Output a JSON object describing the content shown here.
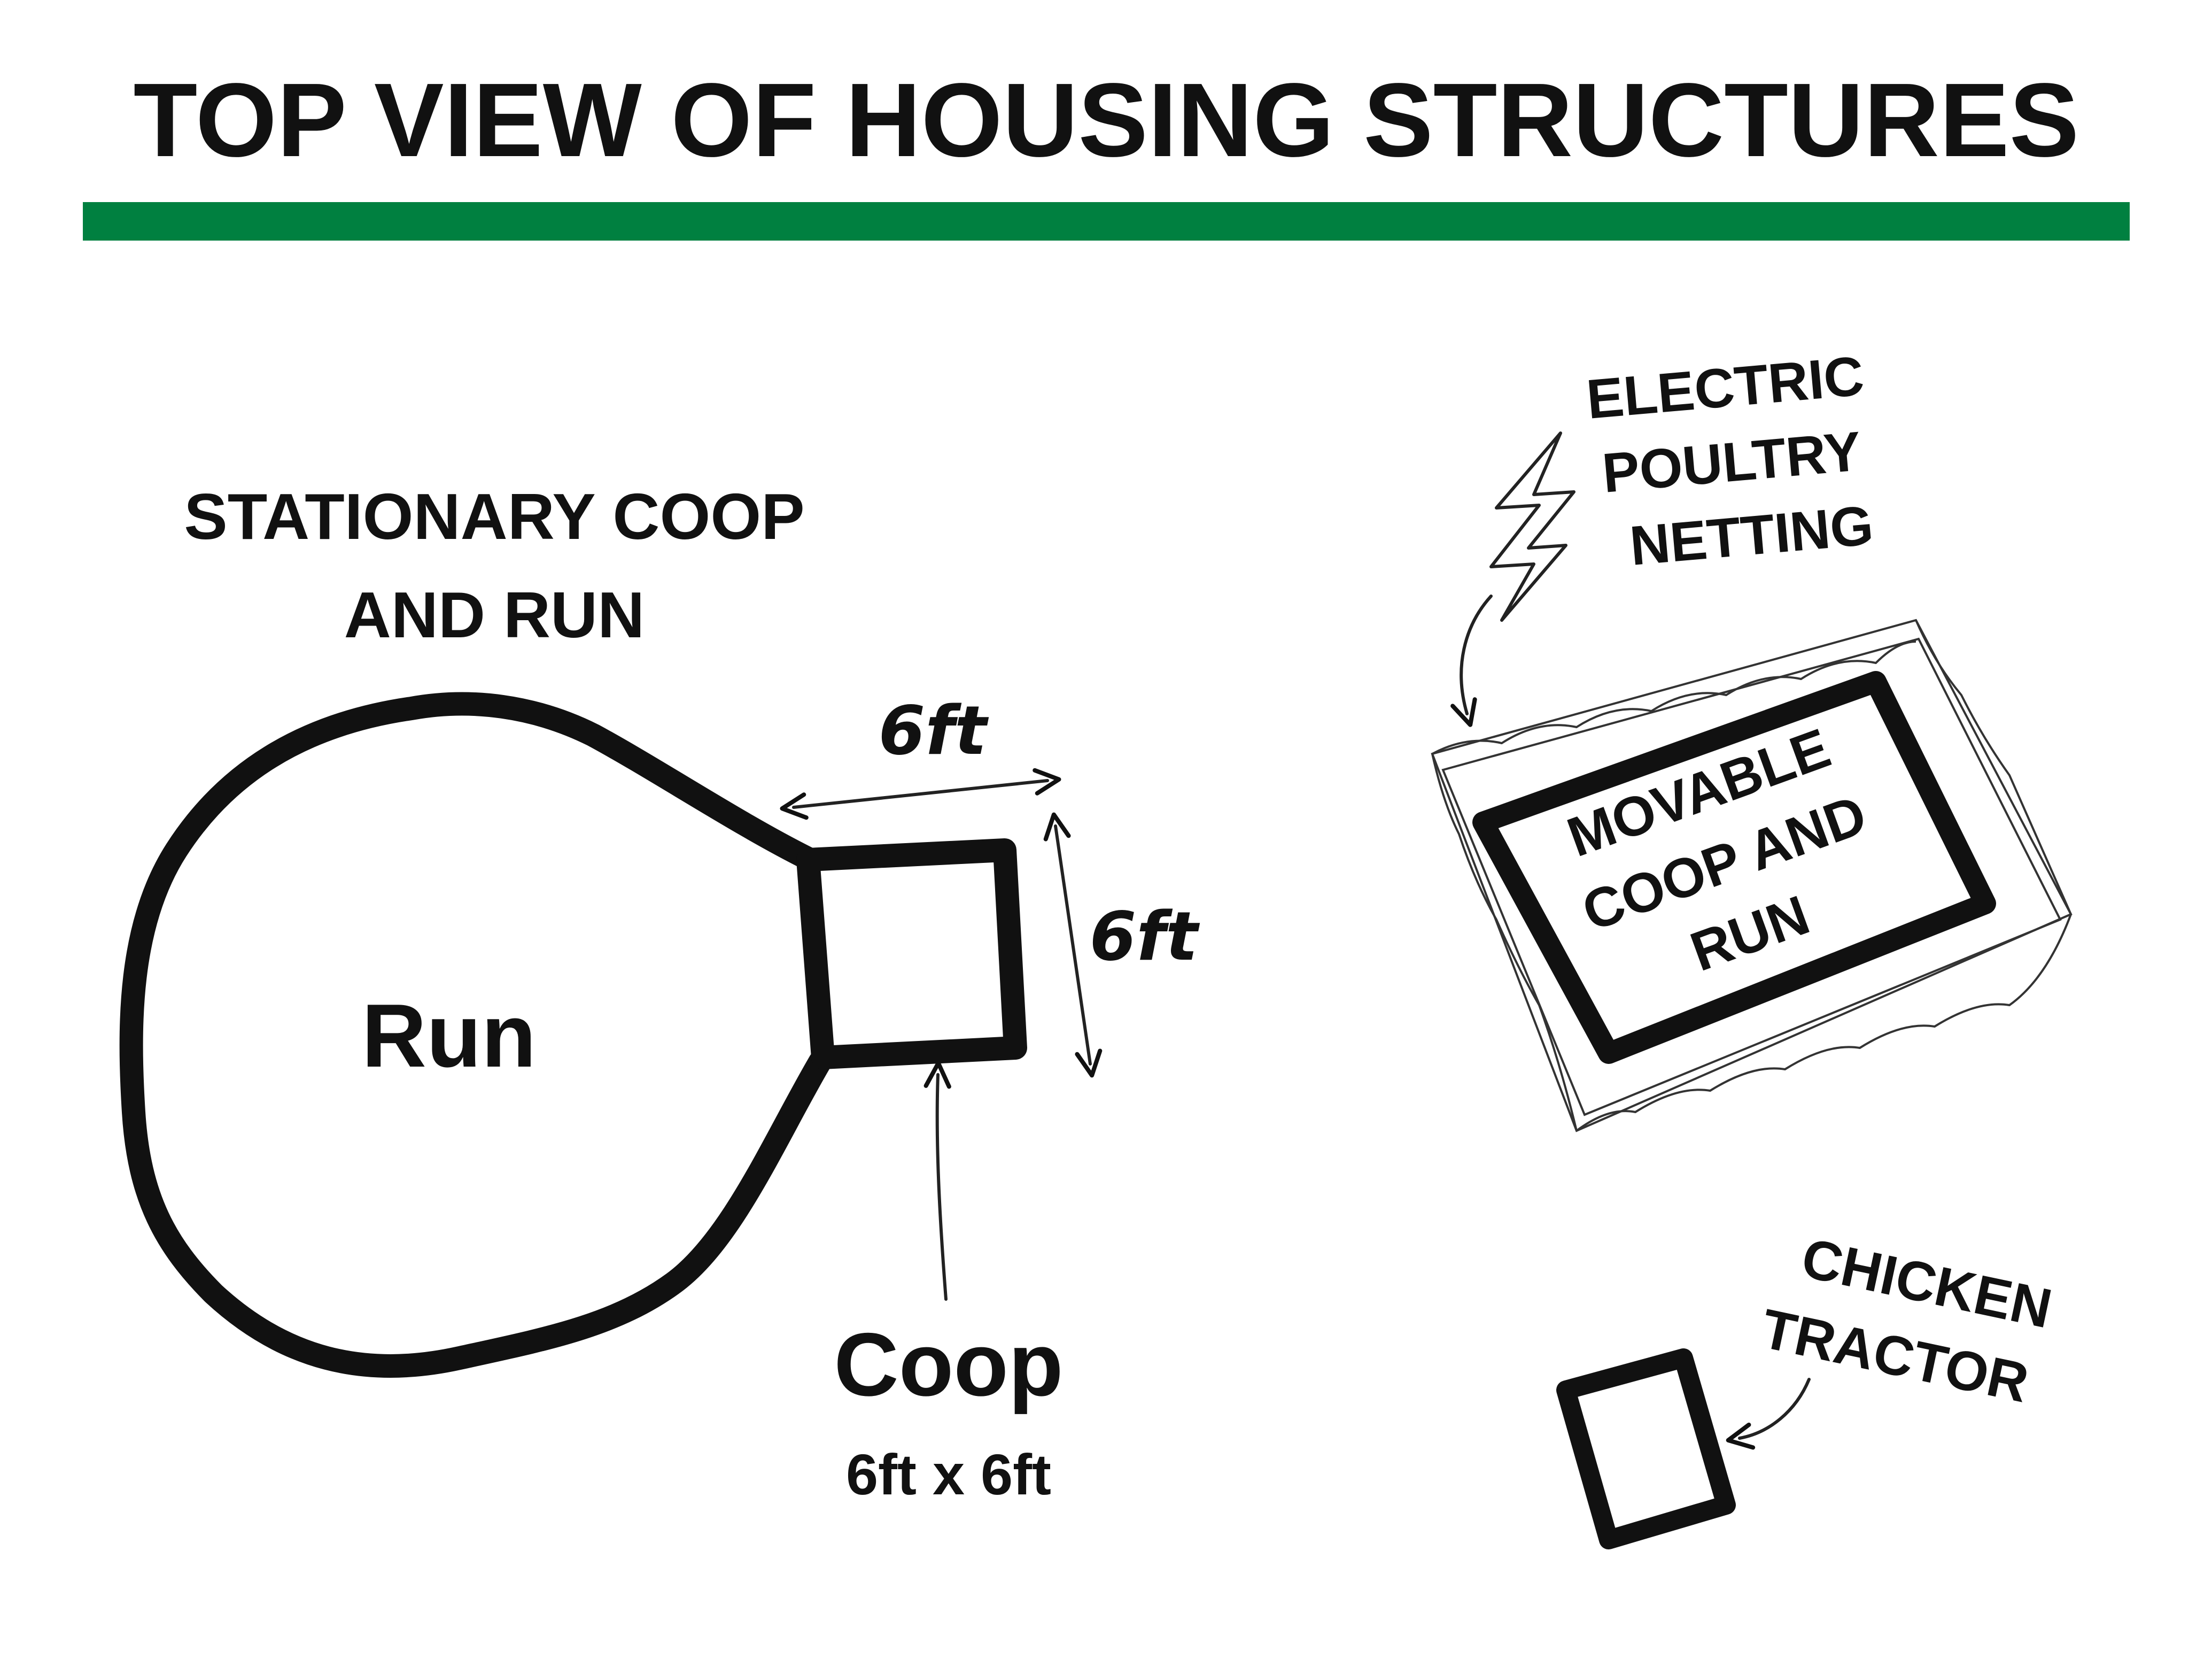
{
  "title": "TOP VIEW OF HOUSING STRUCTURES",
  "colors": {
    "accent_bar": "#008040",
    "ink": "#111111",
    "background": "#ffffff"
  },
  "stationary": {
    "heading_line1": "STATIONARY COOP",
    "heading_line2": "AND RUN",
    "run_label": "Run",
    "coop_label": "Coop",
    "coop_size": "6ft x 6ft",
    "width_dim": "6ft",
    "depth_dim": "6ft"
  },
  "movable": {
    "netting_line1": "ELECTRIC",
    "netting_line2": "POULTRY",
    "netting_line3": "NETTING",
    "coop_line1": "MOVABLE",
    "coop_line2": "COOP AND",
    "coop_line3": "RUN",
    "icon": "lightning-bolt-icon"
  },
  "tractor": {
    "line1": "CHICKEN",
    "line2": "TRACTOR"
  }
}
